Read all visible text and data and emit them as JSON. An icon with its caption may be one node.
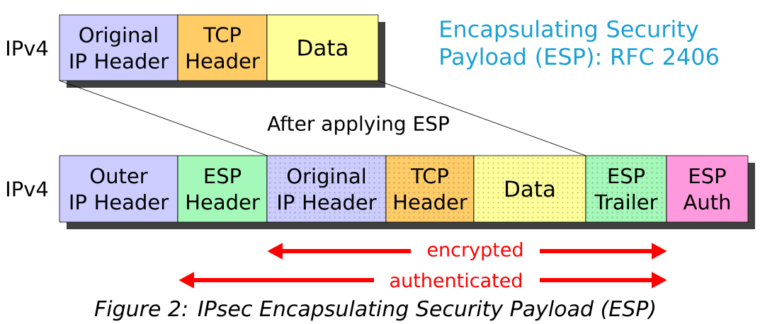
{
  "diagram": {
    "title": "Encapsulating Security Payload (ESP): RFC 2406",
    "caption": "Figure 2: IPsec Encapsulating Security Payload (ESP)",
    "nodes": [
      {
        "text": [
          "Original IP Header"
        ],
        "beside": [
          "IPv4"
        ]
      },
      {
        "text": [
          "TCP Header"
        ]
      },
      {
        "text": [
          "Data"
        ]
      },
      {
        "text": [
          "Outer IP Header"
        ],
        "beside": [
          "IPv4"
        ]
      },
      {
        "text": [
          "ESP Header"
        ]
      },
      {
        "text": [
          "Original IP Header"
        ]
      },
      {
        "text": [
          "TCP Header"
        ]
      },
      {
        "text": [
          "Data"
        ]
      },
      {
        "text": [
          "ESP Trailer"
        ]
      },
      {
        "text": [
          "ESP Auth"
        ]
      }
    ],
    "edges": [
      {
        "from": 0,
        "to": 5,
        "arrow": "none"
      },
      {
        "from": 2,
        "to": 7,
        "arrow": "none"
      }
    ],
    "labels": [
      "After applying ESP",
      "encrypted",
      "authenticated"
    ]
  }
}
